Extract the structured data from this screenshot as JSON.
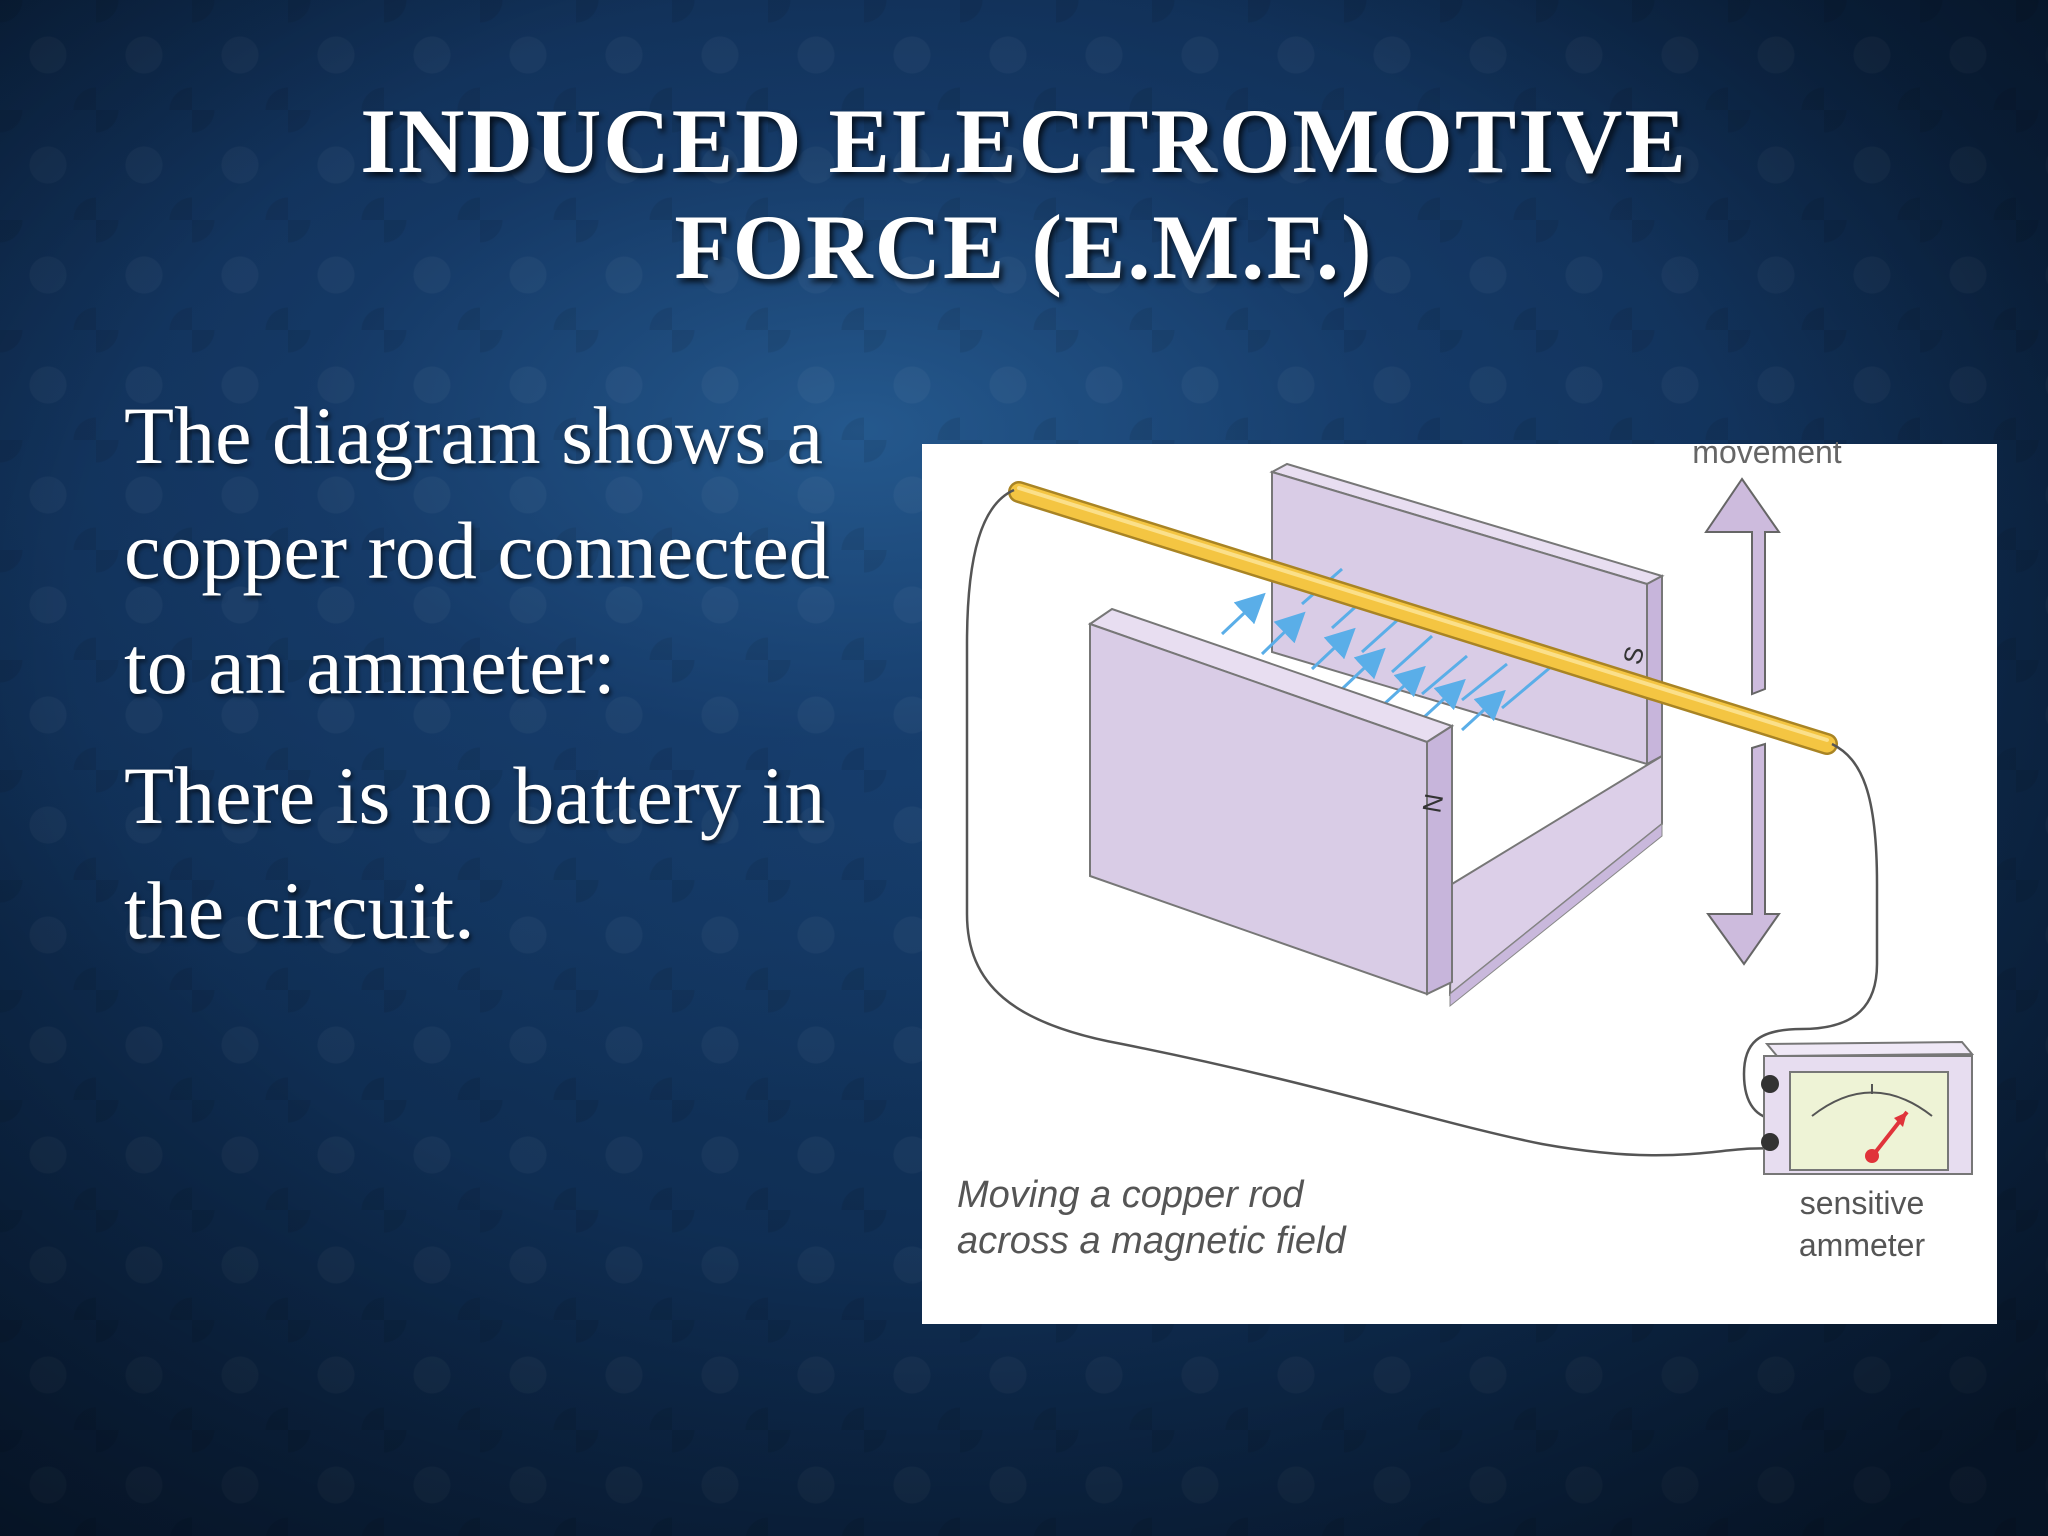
{
  "slide": {
    "title_line1": "INDUCED ELECTROMOTIVE",
    "title_line2": "FORCE (E.M.F.)",
    "paragraphs": [
      "The diagram shows a copper rod connected to an ammeter:",
      "There is no battery in the circuit."
    ]
  },
  "diagram": {
    "caption_line1": "Moving a copper rod",
    "caption_line2": "across a magnetic field",
    "movement_label": "movement",
    "ammeter_label_line1": "sensitive",
    "ammeter_label_line2": "ammeter",
    "north_pole": "N",
    "south_pole": "S"
  },
  "colors": {
    "magnet_face": "#d9cce6",
    "magnet_edge": "#c7b5db",
    "rod": "#f4c542",
    "field_lines": "#5aaee8",
    "arrow_fill": "#cdbbdd",
    "needle": "#e0333a",
    "dial": "#eef3d6"
  }
}
